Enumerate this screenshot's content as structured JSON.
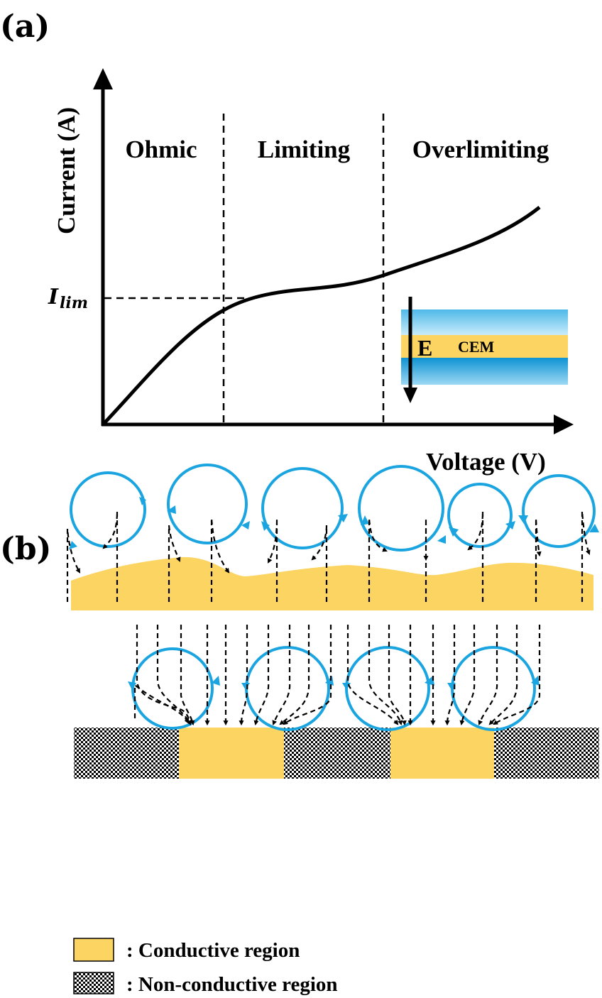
{
  "panel_a": {
    "label": "(a)",
    "regions": [
      "Ohmic",
      "Limiting",
      "Overlimiting"
    ],
    "y_axis_label": "Current (A)",
    "x_axis_label": "Voltage (V)",
    "ilim_main": "I",
    "ilim_sub": "lim",
    "inset": {
      "field_label": "E",
      "membrane_label": "CEM"
    }
  },
  "panel_b": {
    "label": "(b)",
    "legend": [
      {
        "label": ": Conductive region"
      },
      {
        "label": ": Non-conductive region"
      }
    ]
  },
  "colors": {
    "conductive": "#FCD462",
    "vortex": "#1BA5E0",
    "solution_light": "#A8DDF7",
    "solution_dark": "#1EA8E0"
  }
}
